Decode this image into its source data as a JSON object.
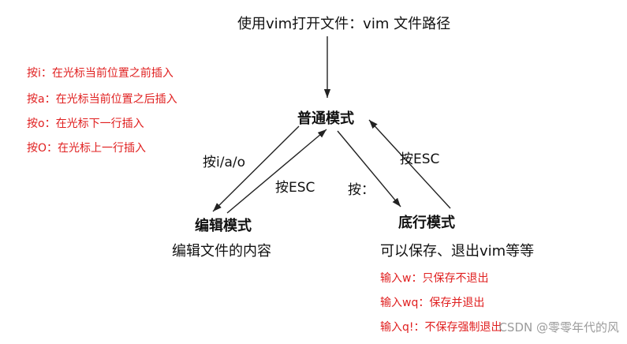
{
  "title": "使用vim打开文件：vim 文件路径",
  "insert_notes": [
    "按i：在光标当前位置之前插入",
    "按a：在光标当前位置之后插入",
    "按o：在光标下一行插入",
    "按O：在光标上一行插入"
  ],
  "nodes": {
    "normal": {
      "label": "普通模式"
    },
    "edit": {
      "label": "编辑模式",
      "description": "编辑文件的内容"
    },
    "bottom": {
      "label": "底行模式",
      "description": "可以保存、退出vim等等"
    }
  },
  "edge_labels": {
    "to_edit": "按i/a/o",
    "edit_to_normal": "按ESC",
    "to_bottom": "按：",
    "bottom_to_normal": "按ESC"
  },
  "bottom_notes": [
    "输入w：只保存不退出",
    "输入wq：保存并退出",
    "输入q!：不保存强制退出"
  ],
  "watermark": "CSDN @零零年代的风",
  "colors": {
    "note_red": "#e02020",
    "line": "#222222",
    "text": "#111111"
  }
}
